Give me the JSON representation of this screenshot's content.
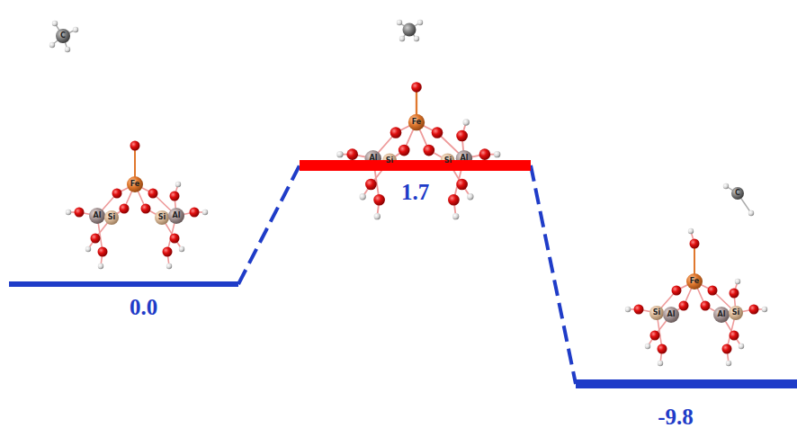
{
  "diagram": {
    "nodes": [
      {
        "text": [
          "0.0"
        ]
      },
      {
        "text": [
          "1.7"
        ]
      },
      {
        "text": [
          "-9.8"
        ]
      }
    ],
    "edges": [
      {
        "from": 0,
        "to": 1,
        "arrow": "none"
      },
      {
        "from": 1,
        "to": 2,
        "arrow": "none"
      }
    ],
    "labels": [
      "C",
      "Fe",
      "Al",
      "Si",
      "Si",
      "Al",
      "Fe",
      "Al",
      "Si",
      "Si",
      "Al",
      "Fe",
      "Si",
      "Al",
      "Al",
      "Si",
      "C"
    ]
  }
}
